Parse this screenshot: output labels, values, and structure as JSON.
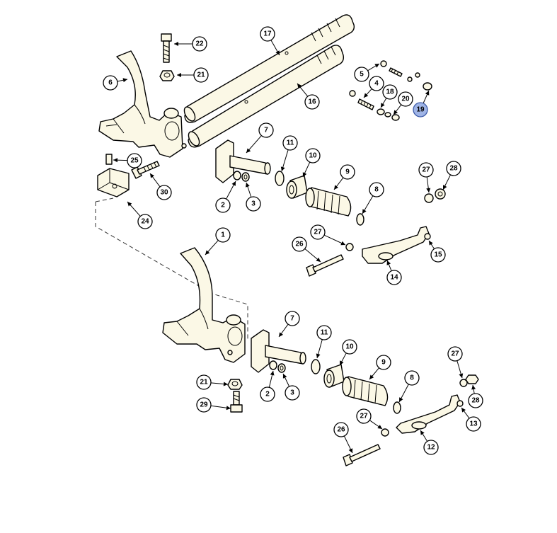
{
  "diagram": {
    "callouts": [
      {
        "id": "c22",
        "label": "22"
      },
      {
        "id": "c21a",
        "label": "21"
      },
      {
        "id": "c6",
        "label": "6"
      },
      {
        "id": "c17",
        "label": "17"
      },
      {
        "id": "c16",
        "label": "16"
      },
      {
        "id": "c5",
        "label": "5"
      },
      {
        "id": "c4",
        "label": "4"
      },
      {
        "id": "c18",
        "label": "18"
      },
      {
        "id": "c20",
        "label": "20"
      },
      {
        "id": "c19",
        "label": "19",
        "highlighted": true
      },
      {
        "id": "c25",
        "label": "25"
      },
      {
        "id": "c30",
        "label": "30"
      },
      {
        "id": "c24",
        "label": "24"
      },
      {
        "id": "c7a",
        "label": "7"
      },
      {
        "id": "c11a",
        "label": "11"
      },
      {
        "id": "c10a",
        "label": "10"
      },
      {
        "id": "c9a",
        "label": "9"
      },
      {
        "id": "c8a",
        "label": "8"
      },
      {
        "id": "c2a",
        "label": "2"
      },
      {
        "id": "c3a",
        "label": "3"
      },
      {
        "id": "c27a",
        "label": "27"
      },
      {
        "id": "c28a",
        "label": "28"
      },
      {
        "id": "c27b",
        "label": "27"
      },
      {
        "id": "c26a",
        "label": "26"
      },
      {
        "id": "c15",
        "label": "15"
      },
      {
        "id": "c14",
        "label": "14"
      },
      {
        "id": "c1",
        "label": "1"
      },
      {
        "id": "c7b",
        "label": "7"
      },
      {
        "id": "c11b",
        "label": "11"
      },
      {
        "id": "c10b",
        "label": "10"
      },
      {
        "id": "c9b",
        "label": "9"
      },
      {
        "id": "c8b",
        "label": "8"
      },
      {
        "id": "c21b",
        "label": "21"
      },
      {
        "id": "c29",
        "label": "29"
      },
      {
        "id": "c2b",
        "label": "2"
      },
      {
        "id": "c3b",
        "label": "3"
      },
      {
        "id": "c27c",
        "label": "27"
      },
      {
        "id": "c28b",
        "label": "28"
      },
      {
        "id": "c13",
        "label": "13"
      },
      {
        "id": "c27d",
        "label": "27"
      },
      {
        "id": "c26b",
        "label": "26"
      },
      {
        "id": "c12",
        "label": "12"
      }
    ],
    "colors": {
      "part_fill": "#fbf8e6",
      "highlight": "#9fb4e6",
      "highlight_stroke": "#3b5aa8"
    }
  }
}
